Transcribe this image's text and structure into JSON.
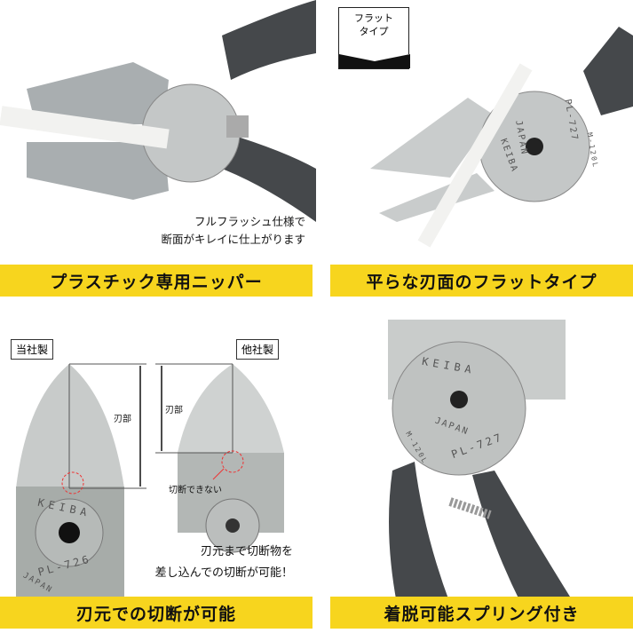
{
  "panel1": {
    "caption": [
      "フルフラッシュ仕様で",
      "断面がキレイに仕上がります"
    ],
    "banner": "プラスチック専用ニッパー"
  },
  "panel2": {
    "badge": [
      "フラット",
      "タイプ"
    ],
    "banner": "平らな刃面のフラットタイプ",
    "engraving": [
      "KEIBA",
      "JAPAN",
      "PL-727",
      "M-120L"
    ]
  },
  "panel3": {
    "ours": "当社製",
    "theirs": "他社製",
    "blade_label_ours": "刃部",
    "blade_label_theirs": "刃部",
    "cannot_cut": "切断できない",
    "caption": [
      "刃元まで切断物を",
      "差し込んでの切断が可能！"
    ],
    "banner": "刃元での切断が可能",
    "engraving": [
      "KEIBA",
      "PL-726",
      "JAPAN"
    ]
  },
  "panel4": {
    "banner": "着脱可能スプリング付き",
    "engraving": [
      "KEIBA",
      "JAPAN",
      "PL-727",
      "M-120L"
    ]
  },
  "colors": {
    "banner": "#f7d51e",
    "handle": "#4a4d50",
    "steel": "#b9bcbc"
  }
}
